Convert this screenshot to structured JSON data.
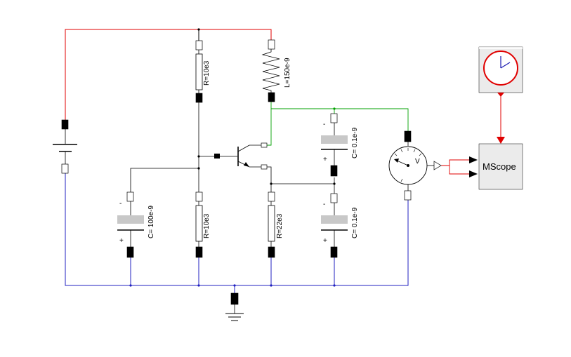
{
  "diagram": {
    "components": {
      "r1": {
        "label": "R=10e3"
      },
      "inductor": {
        "label": "L=150e-9"
      },
      "c_in": {
        "label": "C= 100e-9",
        "minus": "-",
        "plus": "+"
      },
      "r2": {
        "label": "R=10e3"
      },
      "r_emitter": {
        "label": "R=22e3"
      },
      "c_top": {
        "label": "C= 0.1e-9",
        "minus": "-",
        "plus": "+"
      },
      "c_bottom": {
        "label": "C= 0.1e-9",
        "minus": "-",
        "plus": "+"
      },
      "voltmeter": {
        "label": "V"
      },
      "mscope": {
        "label": "MScope"
      }
    },
    "wire_colors": {
      "supply": "#e00000",
      "ground": "#2020c0",
      "signal": "#00a000",
      "generic": "#000000",
      "clock": "#e00000"
    }
  }
}
